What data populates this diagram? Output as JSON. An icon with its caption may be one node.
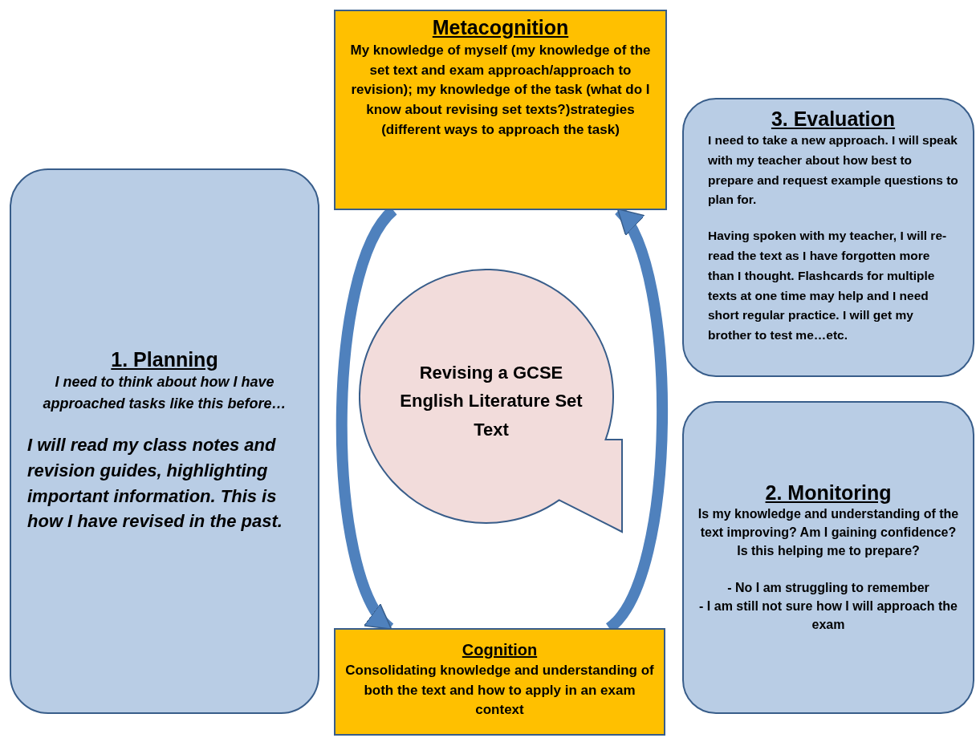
{
  "diagram": {
    "nodes": [
      {
        "text": [
          "Metacognition",
          "My knowledge of myself (my knowledge of the set text and exam approach/approach to revision); my knowledge of the task (what do I know about revising set texts?)strategies (different ways to approach the task)"
        ]
      },
      {
        "text": [
          "1. Planning",
          "I need to think about how I have approached tasks like this before…",
          "I will read my class notes and revision guides, highlighting important information.  This is how I have revised in the past."
        ]
      },
      {
        "text": [
          "Revising a GCSE English Literature Set Text"
        ]
      },
      {
        "text": [
          "3. Evaluation",
          "I need to take a new approach.  I will speak with my teacher about how best to prepare and request example questions to plan for.",
          "Having spoken with my teacher, I will re-read the text as I have forgotten more than  I thought. Flashcards for multiple texts at one time may help and I need short regular practice.  I will get my brother to test me…etc."
        ]
      },
      {
        "text": [
          "2. Monitoring",
          "Is my knowledge and understanding of the text improving? Am I gaining confidence?  Is this helping me to prepare?",
          "-   No I am struggling to remember",
          "-   I am still not sure how I will approach the exam"
        ]
      },
      {
        "text": [
          "Cognition",
          "Consolidating knowledge and understanding of both the text and how to apply in an exam context"
        ]
      }
    ],
    "edges": [
      {
        "from": 0,
        "to": 5,
        "arrow": "to"
      },
      {
        "from": 5,
        "to": 0,
        "arrow": "to"
      }
    ]
  }
}
